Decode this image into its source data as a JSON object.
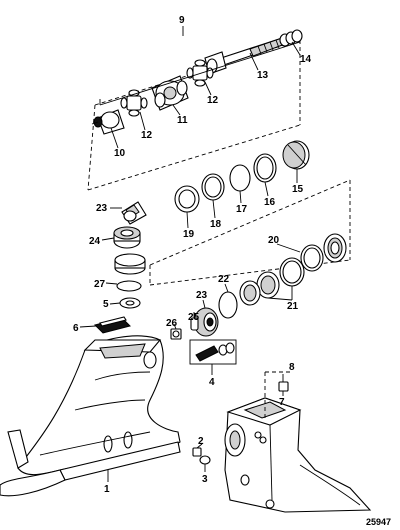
{
  "diagram": {
    "callouts": [
      "9",
      "14",
      "13",
      "12",
      "11",
      "12",
      "10",
      "15",
      "17",
      "16",
      "19",
      "18",
      "23",
      "24",
      "20",
      "27",
      "22",
      "5",
      "23",
      "25",
      "26",
      "21",
      "6",
      "4",
      "8",
      "7",
      "2",
      "3",
      "1"
    ],
    "doc_number": "25947"
  }
}
